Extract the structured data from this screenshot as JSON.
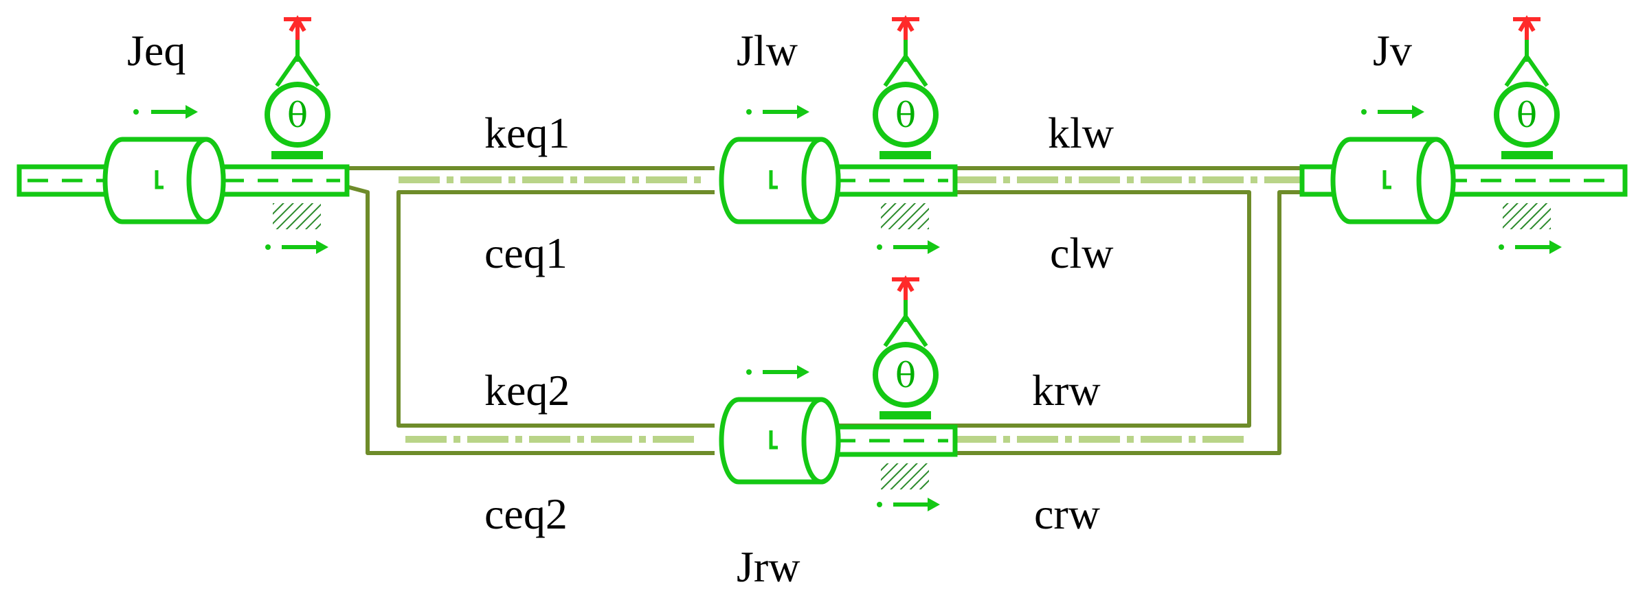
{
  "colors": {
    "component_green": "#14c814",
    "component_fill": "#ffffff",
    "connector_olive": "#6e8c2a",
    "connector_light": "#b9d488",
    "reference_red": "#ff2a2a",
    "label_text": "#000000"
  },
  "inertias": [
    {
      "id": "Jeq",
      "label": "Jeq"
    },
    {
      "id": "Jlw",
      "label": "Jlw"
    },
    {
      "id": "Jv",
      "label": "Jv"
    },
    {
      "id": "Jrw",
      "label": "Jrw"
    }
  ],
  "springs": [
    {
      "id": "keq1",
      "label": "keq1"
    },
    {
      "id": "klw",
      "label": "klw"
    },
    {
      "id": "keq2",
      "label": "keq2"
    },
    {
      "id": "krw",
      "label": "krw"
    }
  ],
  "dampers": [
    {
      "id": "ceq1",
      "label": "ceq1"
    },
    {
      "id": "clw",
      "label": "clw"
    },
    {
      "id": "ceq2",
      "label": "ceq2"
    },
    {
      "id": "crw",
      "label": "crw"
    }
  ],
  "sensors": [
    {
      "id": "theta-jeq",
      "symbol": "θ",
      "icon": "angle-sensor-icon"
    },
    {
      "id": "theta-jlw",
      "symbol": "θ",
      "icon": "angle-sensor-icon"
    },
    {
      "id": "theta-jv",
      "symbol": "θ",
      "icon": "angle-sensor-icon"
    },
    {
      "id": "theta-jrw",
      "symbol": "θ",
      "icon": "angle-sensor-icon"
    }
  ]
}
